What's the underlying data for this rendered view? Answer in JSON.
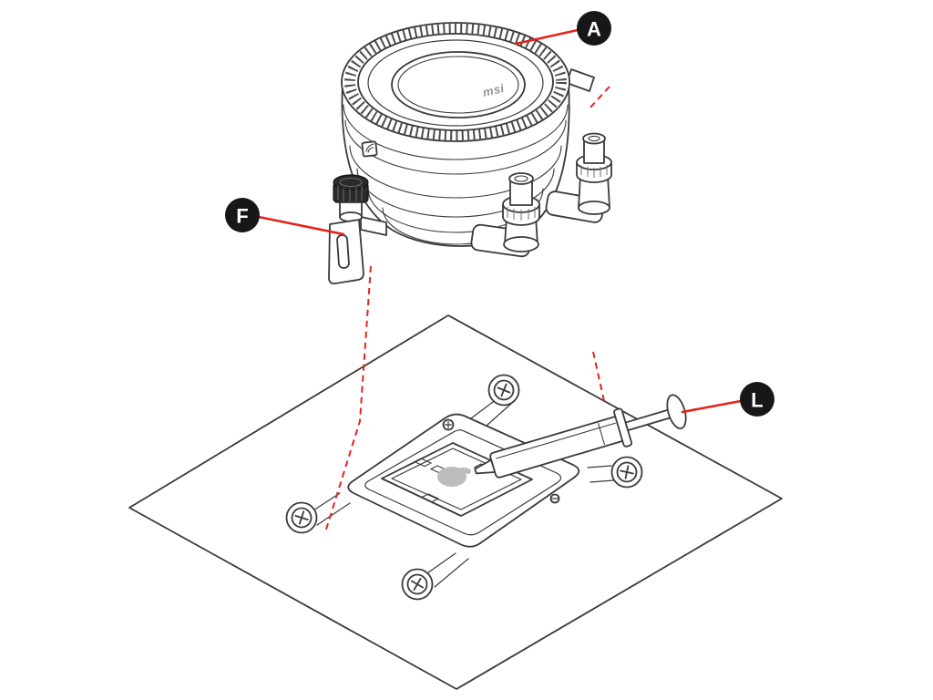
{
  "figure": {
    "brand_text": "msi",
    "colors": {
      "line": "#3a3a3a",
      "accent_red": "#e3231c",
      "callout_bg": "#171717",
      "callout_text": "#ffffff",
      "paste_gray": "#bcbcbc"
    },
    "callouts": [
      {
        "id": "A",
        "target": "cooler-pump-top"
      },
      {
        "id": "F",
        "target": "mounting-screw-bracket"
      },
      {
        "id": "L",
        "target": "thermal-paste-syringe"
      }
    ]
  }
}
